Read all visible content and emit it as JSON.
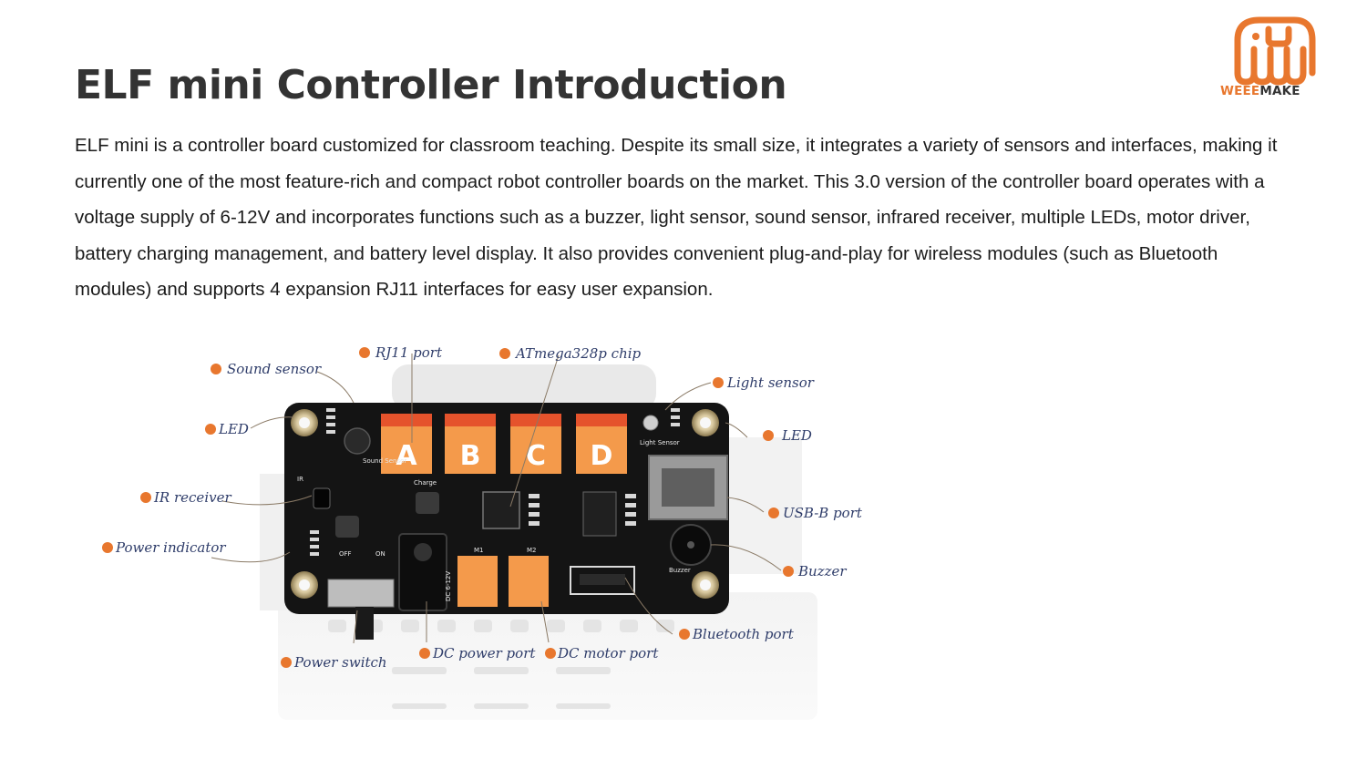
{
  "header": {
    "title": "ELF mini Controller Introduction"
  },
  "intro": {
    "text": "ELF mini is a controller board customized for classroom teaching. Despite its small size, it integrates a variety of sensors and interfaces, making it currently one of the most feature-rich and compact robot controller boards on the market. This 3.0 version of the controller board operates with a voltage supply of 6-12V and incorporates functions such as a buzzer, light sensor, sound sensor, infrared receiver, multiple LEDs, motor driver, battery charging management, and battery level display. It also provides convenient plug-and-play for wireless modules (such as Bluetooth modules) and supports 4 expansion RJ11 interfaces for easy user expansion."
  },
  "logo": {
    "name": "weeemake-logo-icon",
    "text_part1": "WEEE",
    "text_part2": "MAKE",
    "colors": {
      "primary": "#e8772e",
      "secondary": "#333333"
    }
  },
  "diagram": {
    "callouts": {
      "sound_sensor": "Sound sensor",
      "rj11_port": "RJ11 port",
      "chip": "ATmega328p chip",
      "light_sensor": "Light sensor",
      "led_left": "LED",
      "led_right": "LED",
      "ir_receiver": "IR receiver",
      "usb_b_port": "USB-B port",
      "power_indicator": "Power indicator",
      "buzzer": "Buzzer",
      "bluetooth_port": "Bluetooth port",
      "power_switch": "Power switch",
      "dc_power_port": "DC power port",
      "dc_motor_port": "DC motor port"
    },
    "ports": [
      "A",
      "B",
      "C",
      "D"
    ],
    "silkscreen": {
      "sound": "Sound Sensor",
      "light": "Light Sensor",
      "charge": "Charge",
      "buzzer": "Buzzer",
      "ir": "IR",
      "off": "OFF",
      "on": "ON",
      "dc": "DC 6-12V",
      "m1": "M1",
      "m2": "M2"
    },
    "colors": {
      "board": "#141414",
      "port": "#f49a4b",
      "port_top": "#e5532c",
      "dot": "#e8772e",
      "label": "#2f3d6a"
    }
  }
}
